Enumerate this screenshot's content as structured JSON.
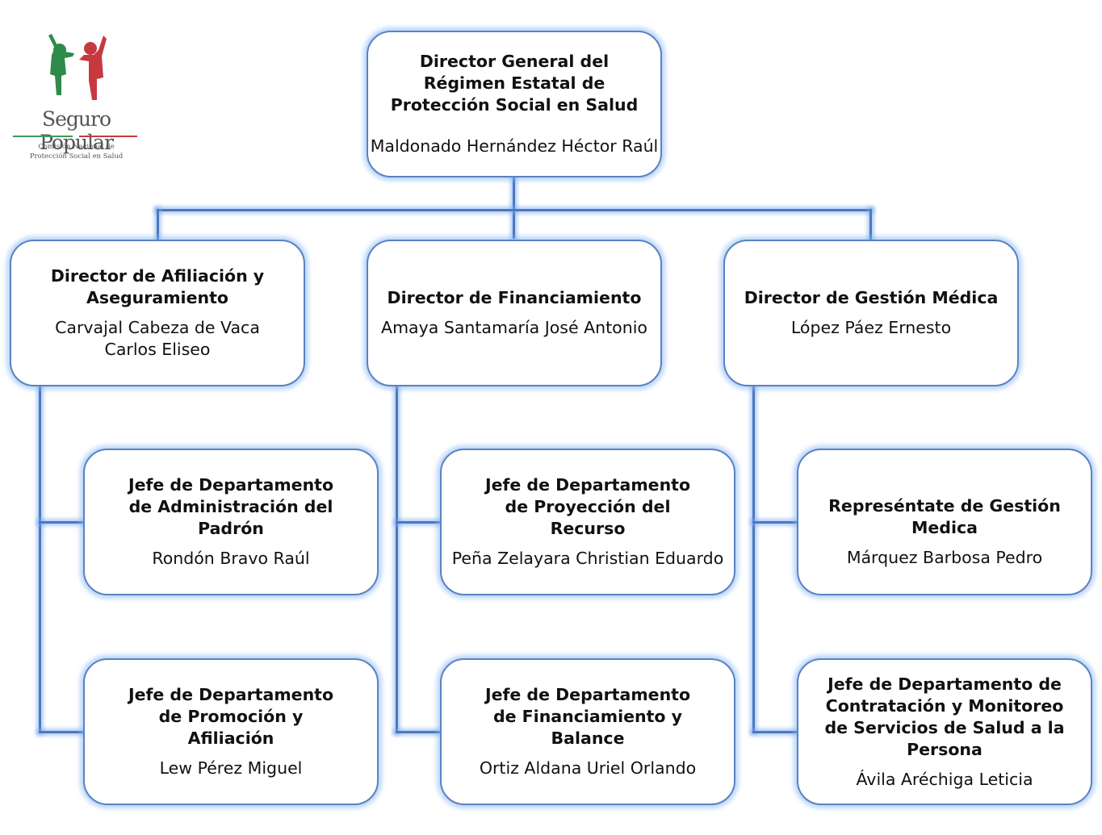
{
  "logo": {
    "name": "Seguro Popular",
    "subtitle_line1": "Comisión Nacional de",
    "subtitle_line2": "Protección Social en Salud",
    "colors": {
      "green": "#2e8b4a",
      "red": "#c8393f"
    }
  },
  "org_chart": {
    "root": {
      "title": "Director General del Régimen Estatal de Protección Social en Salud",
      "name": "Maldonado Hernández Héctor Raúl"
    },
    "directors": [
      {
        "title": "Director de Afiliación y Aseguramiento",
        "name": "Carvajal Cabeza de Vaca Carlos Eliseo",
        "reports": [
          {
            "title": "Jefe de Departamento de Administración del Padrón",
            "name": "Rondón Bravo Raúl"
          },
          {
            "title": "Jefe de Departamento de Promoción y Afiliación",
            "name": "Lew Pérez Miguel"
          }
        ]
      },
      {
        "title": "Director de Financiamiento",
        "name": "Amaya Santamaría José Antonio",
        "reports": [
          {
            "title": "Jefe de Departamento de Proyección del Recurso",
            "name": "Peña Zelayara Christian Eduardo"
          },
          {
            "title": "Jefe de Departamento de Financiamiento y Balance",
            "name": "Ortiz Aldana Uriel Orlando"
          }
        ]
      },
      {
        "title": "Director de Gestión Médica",
        "name": "López Páez Ernesto",
        "reports": [
          {
            "title": "Represéntate de Gestión Medica",
            "name": "Márquez Barbosa Pedro"
          },
          {
            "title": "Jefe de Departamento de Contratación y Monitoreo de Servicios de Salud a la Persona",
            "name": "Ávila Aréchiga Leticia"
          }
        ]
      }
    ],
    "colors": {
      "border": "#5b82c0",
      "connector": "#4a78c2",
      "glow": "#82b4f5"
    }
  }
}
